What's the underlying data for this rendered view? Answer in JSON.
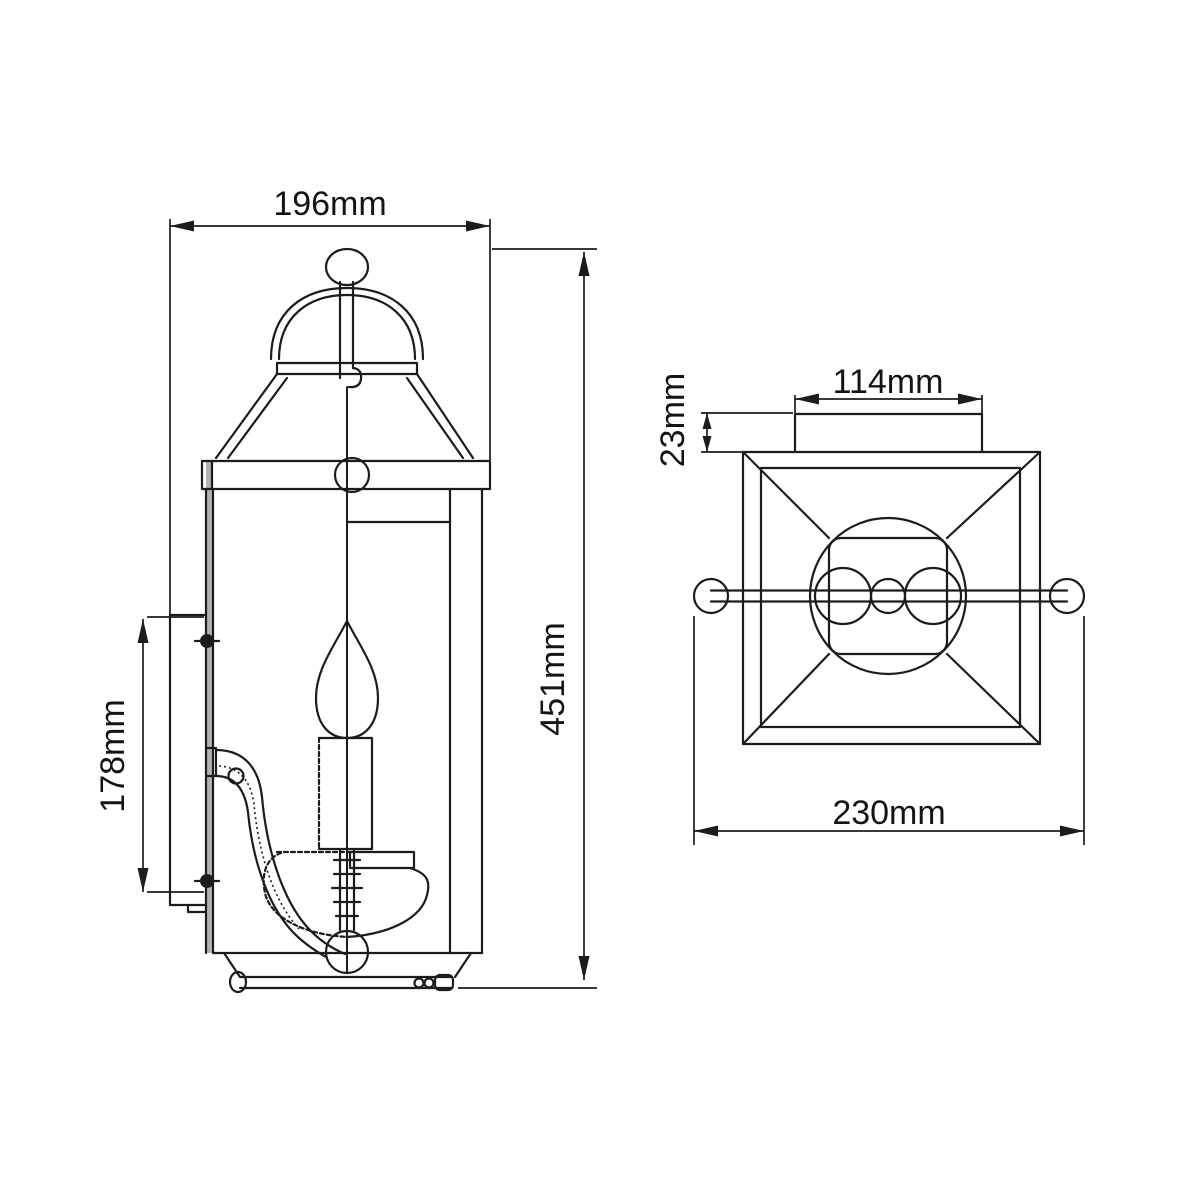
{
  "drawing": {
    "type": "technical-dimension-drawing",
    "subject": "wall-lantern",
    "side_view": {
      "width_label": "196mm",
      "height_label": "451mm",
      "backplate_label": "178mm"
    },
    "top_view": {
      "plate_width_label": "114mm",
      "plate_depth_label": "23mm",
      "overall_width_label": "230mm"
    },
    "colors": {
      "line": "#1c1c1c",
      "shading": "#b3b3b3",
      "background": "#ffffff",
      "text": "#141414"
    }
  }
}
